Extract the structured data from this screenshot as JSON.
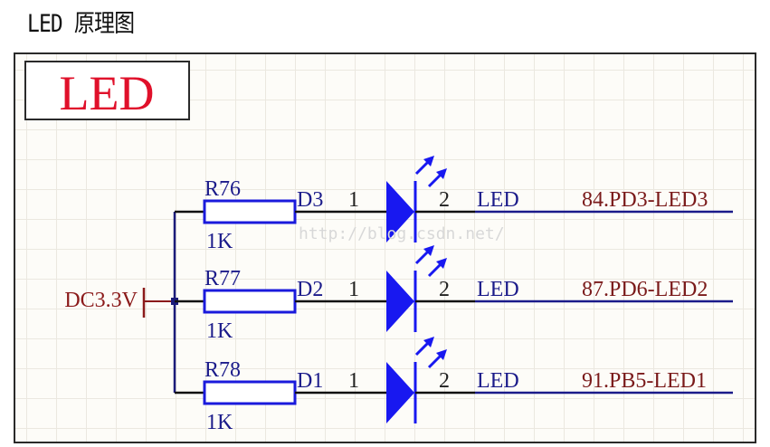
{
  "page": {
    "title": "LED 原理图"
  },
  "schematic": {
    "title_block": "LED",
    "power_net": "DC3.3V",
    "watermark": "http://blog.csdn.net/",
    "colors": {
      "wire": "#111111",
      "component": "#1a1adc",
      "component_fill": "#1818f0",
      "net_label": "#1b1b8a",
      "port_label": "#7a1a1a",
      "title_red": "#e0102a",
      "power_red": "#8b1a1a"
    },
    "channels": [
      {
        "resistor": "R76",
        "resistor_value": "1K",
        "diode": "D3",
        "pin1": "1",
        "pin2": "2",
        "net": "LED",
        "port": "84.PD3-LED3"
      },
      {
        "resistor": "R77",
        "resistor_value": "1K",
        "diode": "D2",
        "pin1": "1",
        "pin2": "2",
        "net": "LED",
        "port": "87.PD6-LED2"
      },
      {
        "resistor": "R78",
        "resistor_value": "1K",
        "diode": "D1",
        "pin1": "1",
        "pin2": "2",
        "net": "LED",
        "port": "91.PB5-LED1"
      }
    ]
  }
}
